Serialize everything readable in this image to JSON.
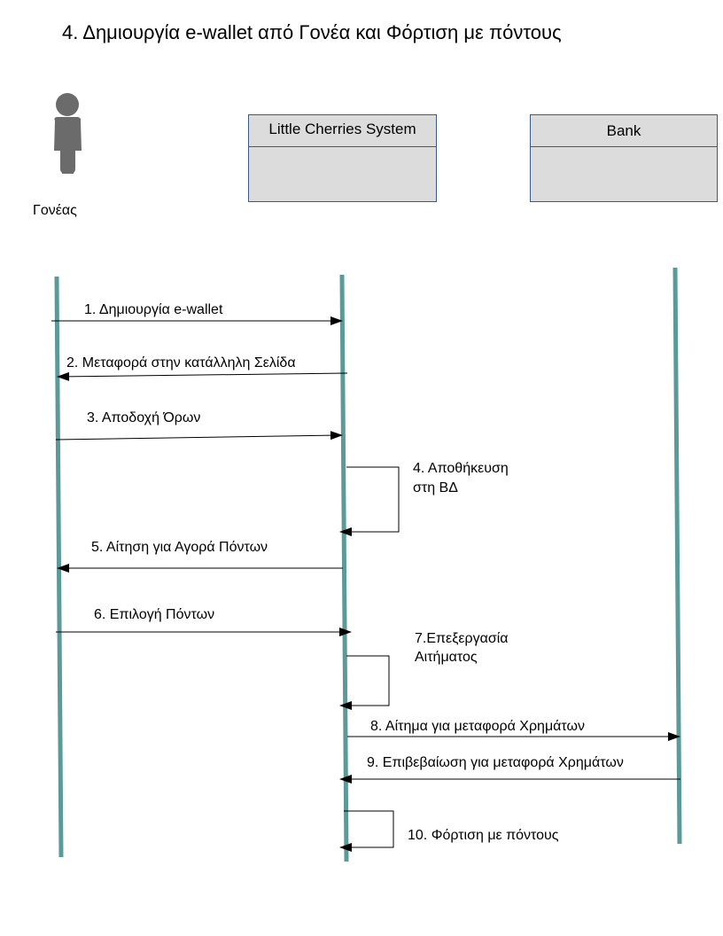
{
  "title": "4. Δημιουργία e-wallet από Γονέα και Φόρτιση με πόντους",
  "actor": {
    "label": "Γονέας",
    "icon": "person-icon"
  },
  "system_box": {
    "label": "Little Cherries System"
  },
  "bank_box": {
    "label": "Bank"
  },
  "colors": {
    "lifeline": "#5b9a98",
    "box_fill": "#dcdcdc",
    "box_border": "#3a5a8c"
  },
  "messages": [
    {
      "label": "1. Δημιουργία e-wallet",
      "from": "actor",
      "to": "system"
    },
    {
      "label": "2. Μεταφορά στην κατάλληλη Σελίδα",
      "from": "system",
      "to": "actor"
    },
    {
      "label": "3. Αποδοχή Όρων",
      "from": "actor",
      "to": "system"
    },
    {
      "label_lines": [
        "4. Αποθήκευση",
        "στη ΒΔ"
      ],
      "from": "system",
      "to": "system"
    },
    {
      "label": "5. Αίτηση για Αγορά Πόντων",
      "from": "system",
      "to": "actor"
    },
    {
      "label": "6. Επιλογή Πόντων",
      "from": "actor",
      "to": "system"
    },
    {
      "label_lines": [
        "7.Επεξεργασία",
        "Αιτήματος"
      ],
      "from": "system",
      "to": "system"
    },
    {
      "label": "8. Αίτημα για μεταφορά Χρημάτων",
      "from": "system",
      "to": "bank"
    },
    {
      "label": "9. Επιβεβαίωση για μεταφορά Χρημάτων",
      "from": "bank",
      "to": "system"
    },
    {
      "label": "10. Φόρτιση με πόντους",
      "from": "system",
      "to": "system"
    }
  ]
}
